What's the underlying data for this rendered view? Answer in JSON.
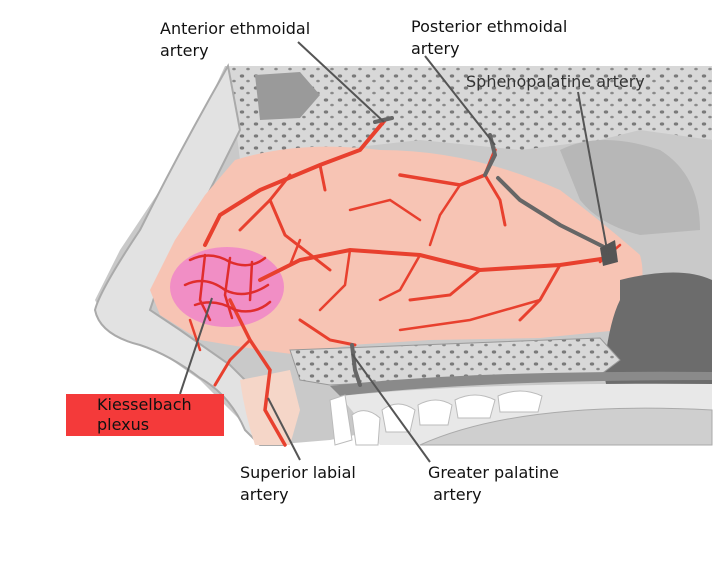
{
  "labels": {
    "anterior_ethmoidal": "Anterior ethmoidal\nartery",
    "posterior_ethmoidal": "Posterior ethmoidal\nartery",
    "sphenopalatine": "Sphenopalatine artery",
    "kiesselbach": "Kiesselbach\nplexus",
    "superior_labial": "Superior labial\nartery",
    "greater_palatine": "Greater palatine\n artery"
  },
  "colors": {
    "artery": "#e8402e",
    "mucosa": "#f7c4b4",
    "plexus": "#f088c6",
    "bone": "#d6d6d6",
    "leader": "#555555",
    "kiesselbach_box": "#f43a3a"
  }
}
